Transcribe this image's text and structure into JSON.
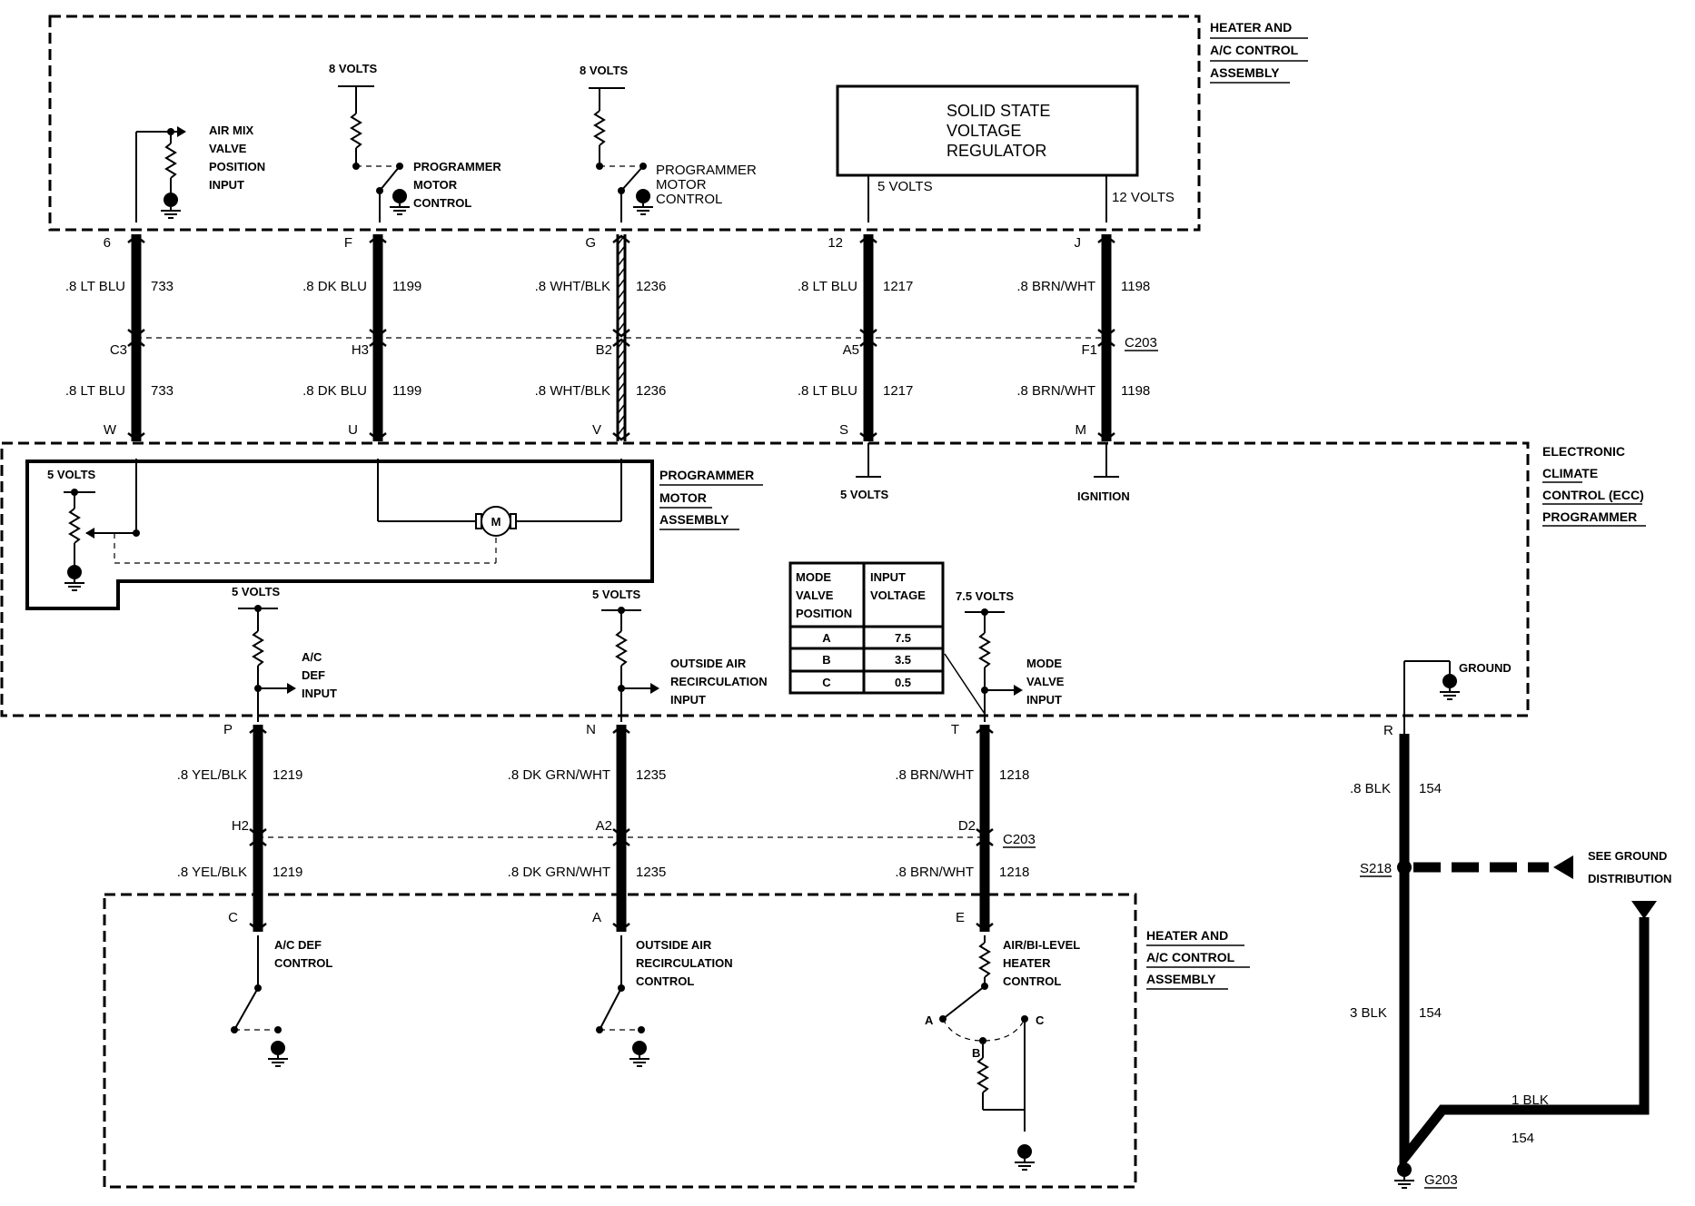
{
  "colors": {
    "ink": "#000000",
    "paper": "#ffffff"
  },
  "blocks": {
    "top_hac": [
      "HEATER AND",
      "A/C CONTROL",
      "ASSEMBLY"
    ],
    "ecc": [
      "ELECTRONIC",
      "CLIMATE",
      "CONTROL (ECC)",
      "PROGRAMMER"
    ],
    "bottom_hac": [
      "HEATER AND",
      "A/C CONTROL",
      "ASSEMBLY"
    ],
    "pma": [
      "PROGRAMMER",
      "MOTOR",
      "ASSEMBLY"
    ],
    "ssvr": [
      "SOLID STATE",
      "VOLTAGE",
      "REGULATOR"
    ]
  },
  "top": {
    "air_mix": [
      "AIR MIX",
      "VALVE",
      "POSITION",
      "INPUT"
    ],
    "pmc1": [
      "PROGRAMMER",
      "MOTOR",
      "CONTROL"
    ],
    "pmc2": [
      "PROGRAMMER",
      "MOTOR",
      "CONTROL"
    ],
    "volt8a": "8 VOLTS",
    "volt8b": "8 VOLTS",
    "reg5": "5 VOLTS",
    "reg12": "12 VOLTS"
  },
  "upper_circuits": [
    {
      "top_pin": "6",
      "mid_pin": "C3",
      "bot_pin": "W",
      "wire": ".8 LT BLU",
      "circuit": "733"
    },
    {
      "top_pin": "F",
      "mid_pin": "H3",
      "bot_pin": "U",
      "wire": ".8 DK BLU",
      "circuit": "1199"
    },
    {
      "top_pin": "G",
      "mid_pin": "B2",
      "bot_pin": "V",
      "wire": ".8 WHT/BLK",
      "circuit": "1236"
    },
    {
      "top_pin": "12",
      "mid_pin": "A5",
      "bot_pin": "S",
      "wire": ".8 LT BLU",
      "circuit": "1217"
    },
    {
      "top_pin": "J",
      "mid_pin": "F1",
      "bot_pin": "M",
      "wire": ".8 BRN/WHT",
      "circuit": "1198"
    }
  ],
  "connector_upper": "C203",
  "ecc": {
    "v5_left": "5 VOLTS",
    "motor": "M",
    "v5_s": "5 VOLTS",
    "ignition": "IGNITION",
    "v5_ac": "5 VOLTS",
    "ac_def_input": [
      "A/C",
      "DEF",
      "INPUT"
    ],
    "v5_oa": "5 VOLTS",
    "oa_input": [
      "OUTSIDE AIR",
      "RECIRCULATION",
      "INPUT"
    ],
    "v75": "7.5 VOLTS",
    "mode_input": [
      "MODE",
      "VALVE",
      "INPUT"
    ],
    "ground": "GROUND"
  },
  "mode_table": {
    "head1": [
      "MODE",
      "VALVE",
      "POSITION"
    ],
    "head2": [
      "INPUT",
      "VOLTAGE"
    ],
    "rows": [
      {
        "pos": "A",
        "volt": "7.5"
      },
      {
        "pos": "B",
        "volt": "3.5"
      },
      {
        "pos": "C",
        "volt": "0.5"
      }
    ]
  },
  "lower_circuits": [
    {
      "top_pin": "P",
      "mid_pin": "H2",
      "bot_pin": "C",
      "wire": ".8 YEL/BLK",
      "circuit": "1219"
    },
    {
      "top_pin": "N",
      "mid_pin": "A2",
      "bot_pin": "A",
      "wire": ".8 DK GRN/WHT",
      "circuit": "1235"
    },
    {
      "top_pin": "T",
      "mid_pin": "D2",
      "bot_pin": "E",
      "wire": ".8 BRN/WHT",
      "circuit": "1218"
    }
  ],
  "connector_lower": "C203",
  "bottom": {
    "ac_def": [
      "A/C DEF",
      "CONTROL"
    ],
    "oa": [
      "OUTSIDE AIR",
      "RECIRCULATION",
      "CONTROL"
    ],
    "air_bi": [
      "AIR/BI-LEVEL",
      "HEATER",
      "CONTROL"
    ],
    "pos_a": "A",
    "pos_b": "B",
    "pos_c": "C"
  },
  "ground_circuit": {
    "pin": "R",
    "wire1": ".8 BLK",
    "circuit1": "154",
    "splice": "S218",
    "see": [
      "SEE GROUND",
      "DISTRIBUTION"
    ],
    "wire2": "3 BLK",
    "circuit2": "154",
    "wire3": "1 BLK",
    "circuit3": "154",
    "ground": "G203"
  }
}
